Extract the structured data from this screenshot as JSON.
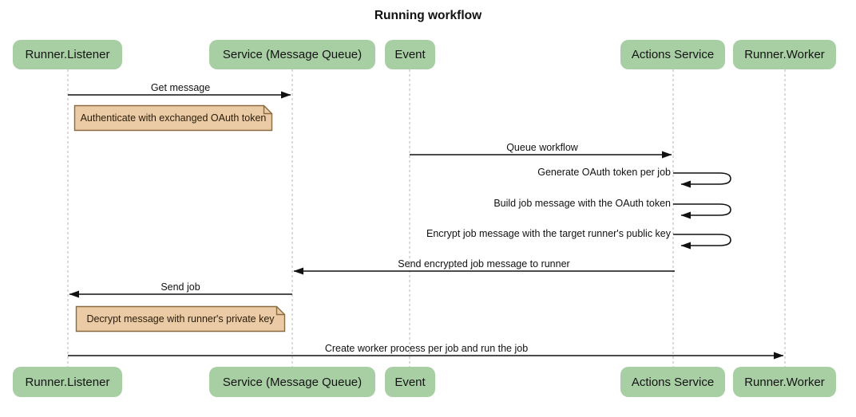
{
  "title": "Running workflow",
  "participants": [
    {
      "label": "Runner.Listener"
    },
    {
      "label": "Service (Message Queue)"
    },
    {
      "label": "Event"
    },
    {
      "label": "Actions Service"
    },
    {
      "label": "Runner.Worker"
    }
  ],
  "messages": [
    {
      "label": "Get message",
      "from": "Runner.Listener",
      "to": "Service (Message Queue)",
      "type": "solid"
    },
    {
      "label": "Queue workflow",
      "from": "Event",
      "to": "Actions Service",
      "type": "solid"
    },
    {
      "label": "Generate OAuth token per job",
      "from": "Actions Service",
      "to": "Actions Service",
      "type": "self"
    },
    {
      "label": "Build job message with the OAuth token",
      "from": "Actions Service",
      "to": "Actions Service",
      "type": "self"
    },
    {
      "label": "Encrypt job message with the target runner's public key",
      "from": "Actions Service",
      "to": "Actions Service",
      "type": "self"
    },
    {
      "label": "Send encrypted job message to runner",
      "from": "Actions Service",
      "to": "Service (Message Queue)",
      "type": "solid"
    },
    {
      "label": "Send job",
      "from": "Service (Message Queue)",
      "to": "Runner.Listener",
      "type": "solid"
    },
    {
      "label": "Create worker process per job and run the job",
      "from": "Runner.Listener",
      "to": "Runner.Worker",
      "type": "solid"
    }
  ],
  "notes": [
    {
      "label": "Authenticate with exchanged OAuth token",
      "anchor": "Runner.Listener"
    },
    {
      "label": "Decrypt message with runner's private key",
      "anchor": "Runner.Listener"
    }
  ],
  "colors": {
    "participant_fill": "#a8cfa4",
    "note_fill": "#eacba6",
    "note_border": "#8a6a3f",
    "lifeline": "#b5b5b5",
    "arrow": "#111111",
    "text": "#111111",
    "background": "#ffffff"
  }
}
